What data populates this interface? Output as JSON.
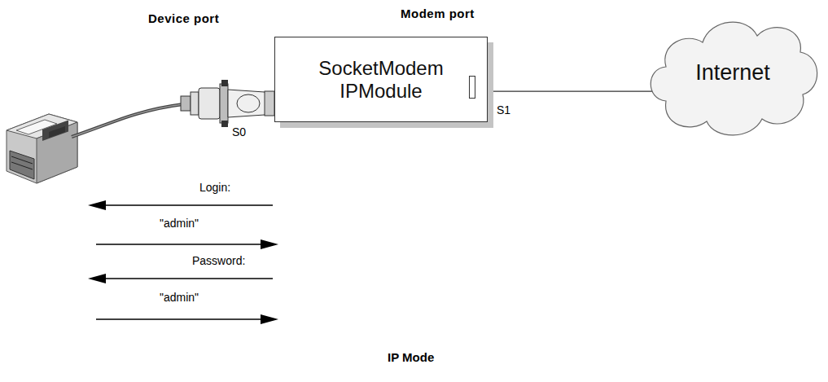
{
  "diagram": {
    "caption": "IP Mode",
    "nodes": [
      {
        "text": [
          "SocketModem IPModule"
        ]
      },
      {
        "text": [
          "Internet"
        ]
      }
    ],
    "edges": [
      {
        "from": 0,
        "to": 1,
        "arrow": "none"
      }
    ],
    "labels": [
      "Device port",
      "Modem port",
      "S0",
      "S1",
      "Login:",
      "\"admin\"",
      "Password:",
      "\"admin\""
    ]
  }
}
